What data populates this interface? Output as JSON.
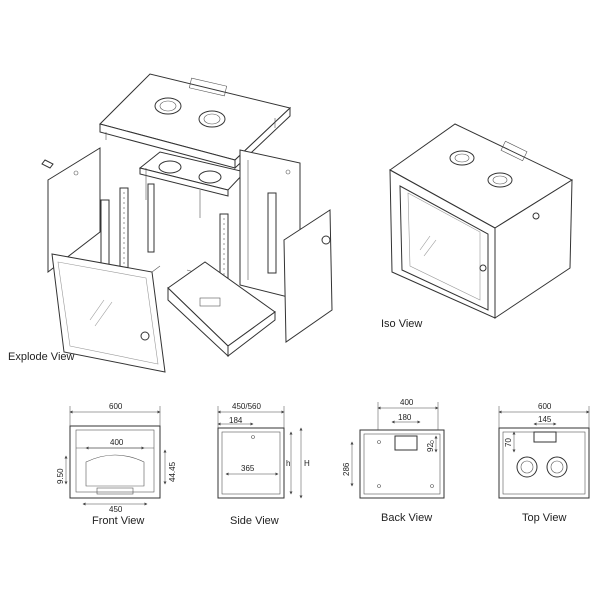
{
  "views": {
    "explode": "Explode View",
    "iso": "Iso View",
    "front": "Front View",
    "side": "Side  View",
    "back": "Back View",
    "top": "Top View"
  },
  "dims": {
    "front_width": "600",
    "front_inner": "400",
    "front_bottom": "450",
    "front_left": "9.50",
    "front_right": "44.45",
    "side_depth": "450/560",
    "side_top": "184",
    "side_inner": "365",
    "side_h_small": "h",
    "side_h_big": "H",
    "back_width": "400",
    "back_slot": "180",
    "back_slot_h": "92",
    "back_height": "286",
    "top_width": "600",
    "top_slot": "145",
    "top_depth": "70"
  }
}
